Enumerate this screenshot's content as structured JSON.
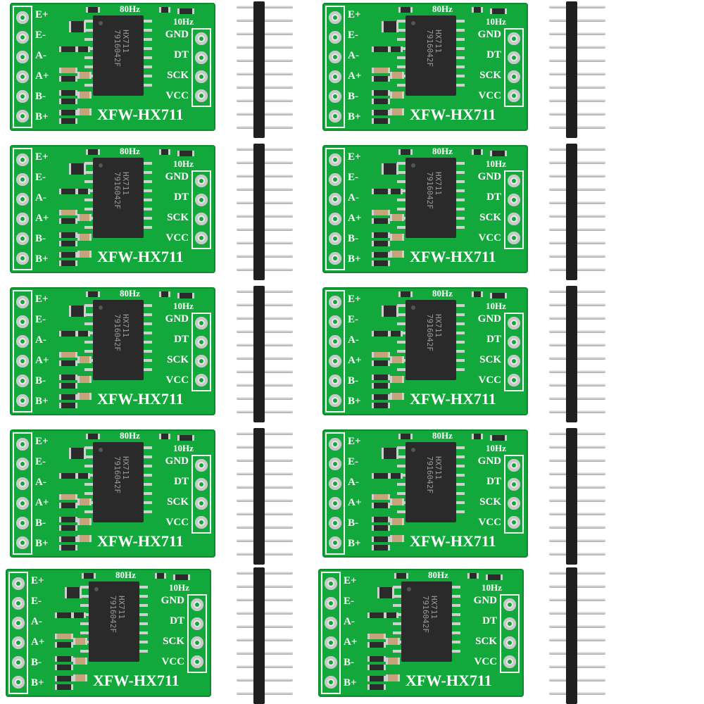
{
  "module": {
    "title": "XFW-HX711",
    "chip_line1": "HX711",
    "chip_line2": "7916042F",
    "left_pins": [
      "E+",
      "E-",
      "A-",
      "A+",
      "B-",
      "B+"
    ],
    "right_pins": [
      "GND",
      "DT",
      "SCK",
      "VCC"
    ],
    "rate_high": "80Hz",
    "rate_low": "10Hz"
  },
  "colors": {
    "pcb_green": "#13a83b",
    "silkscreen": "#ffffff",
    "chip_black": "#2a2a2a",
    "header_black": "#1f1f1f",
    "pin_metal": "#cfcfcf"
  },
  "grid": {
    "rows": 5,
    "columns": 2,
    "module_count": 10,
    "header_count": 10
  }
}
